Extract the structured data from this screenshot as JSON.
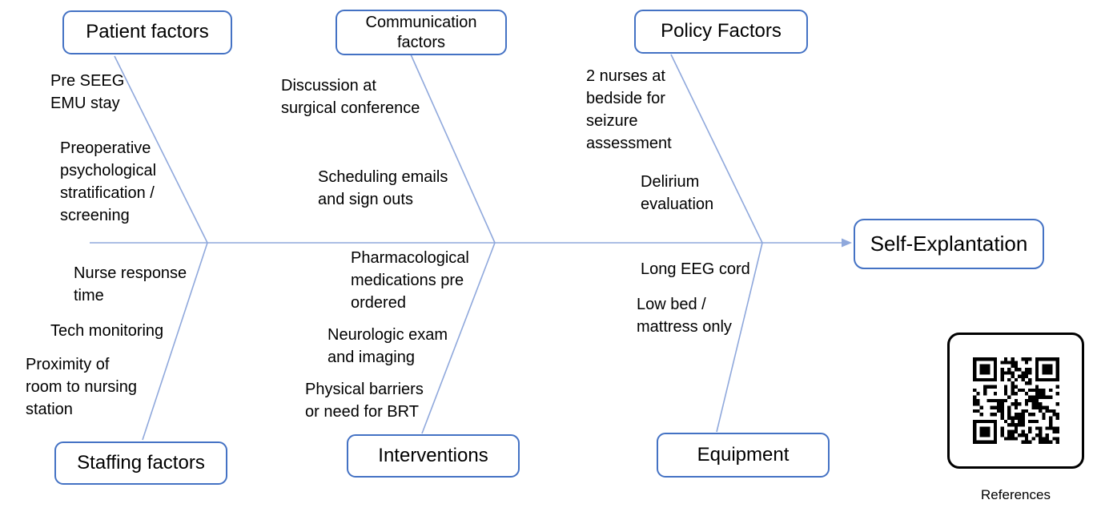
{
  "diagram": {
    "kind": "fishbone",
    "effect_label": "Self-Explantation",
    "colors": {
      "box_border": "#4472C4",
      "line": "#8FA8DC",
      "text": "#000000",
      "qr_border": "#000000"
    },
    "categories": {
      "patient": {
        "label": "Patient factors"
      },
      "communication": {
        "label": "Communication\nfactors"
      },
      "policy": {
        "label": "Policy Factors"
      },
      "staffing": {
        "label": "Staffing factors"
      },
      "interventions": {
        "label": "Interventions"
      },
      "equipment": {
        "label": "Equipment"
      }
    },
    "causes": {
      "patient": [
        "Pre SEEG\nEMU stay",
        "Preoperative\npsychological\nstratification /\nscreening"
      ],
      "communication": [
        "Discussion at\nsurgical conference",
        "Scheduling emails\nand sign outs"
      ],
      "policy": [
        "2 nurses at\nbedside for\nseizure\nassessment",
        "Delirium\nevaluation"
      ],
      "staffing": [
        "Nurse response\ntime",
        "Tech monitoring",
        "Proximity of\nroom to nursing\nstation"
      ],
      "interventions": [
        "Pharmacological\nmedications pre\nordered",
        "Neurologic exam\nand imaging",
        "Physical barriers\nor need for BRT"
      ],
      "equipment": [
        "Long EEG cord",
        "Low bed /\nmattress only"
      ]
    }
  },
  "footer": {
    "qr_icon": "qr-code",
    "qr_caption": "References"
  }
}
